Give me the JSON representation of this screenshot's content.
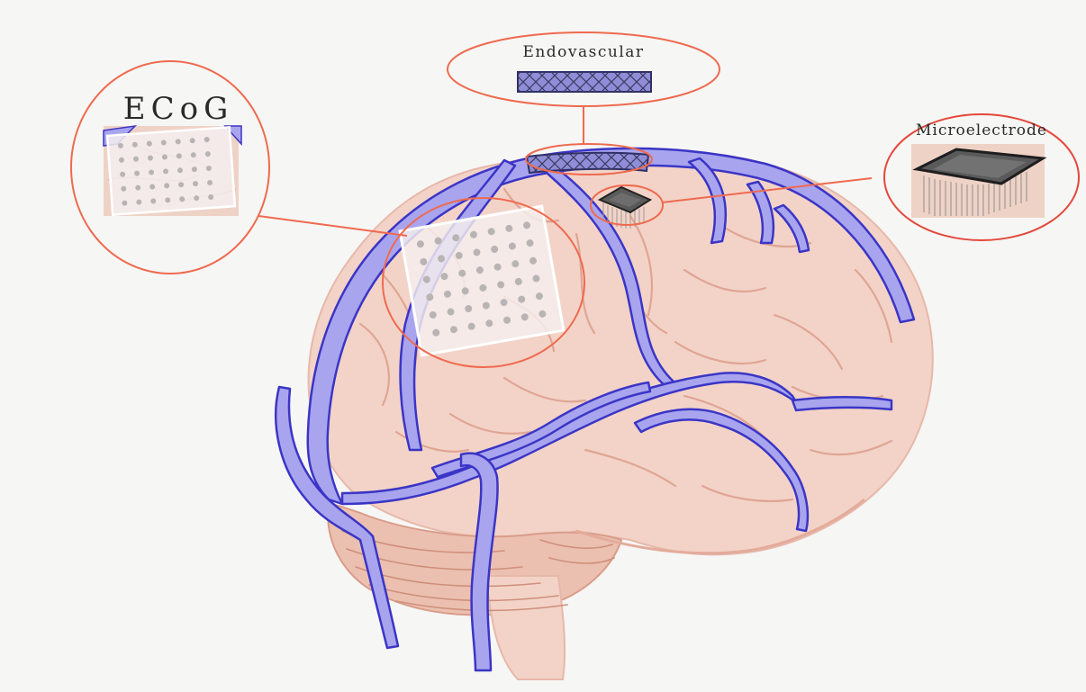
{
  "labels": {
    "ecog": "ECoG",
    "endovascular": "Endovascular",
    "microelectrode": "Microelectrode"
  },
  "colors": {
    "background": "#f6f6f4",
    "brain_fill": "#f3d3c7",
    "brain_sulcus": "#dfa595",
    "cerebellum": "#e8b9a8",
    "vein_fill": "#a8a5ee",
    "vein_edge": "#3b35c6",
    "callout_ring": "#ef6a4f",
    "microelectrode_ring": "#e4473b",
    "grid_sheet": "#f5efee",
    "grid_dot": "#b9b4b4",
    "chip_body": "#5a5a5a"
  },
  "icons": [
    "ecog-grid-icon",
    "stent-icon",
    "microelectrode-array-icon"
  ]
}
